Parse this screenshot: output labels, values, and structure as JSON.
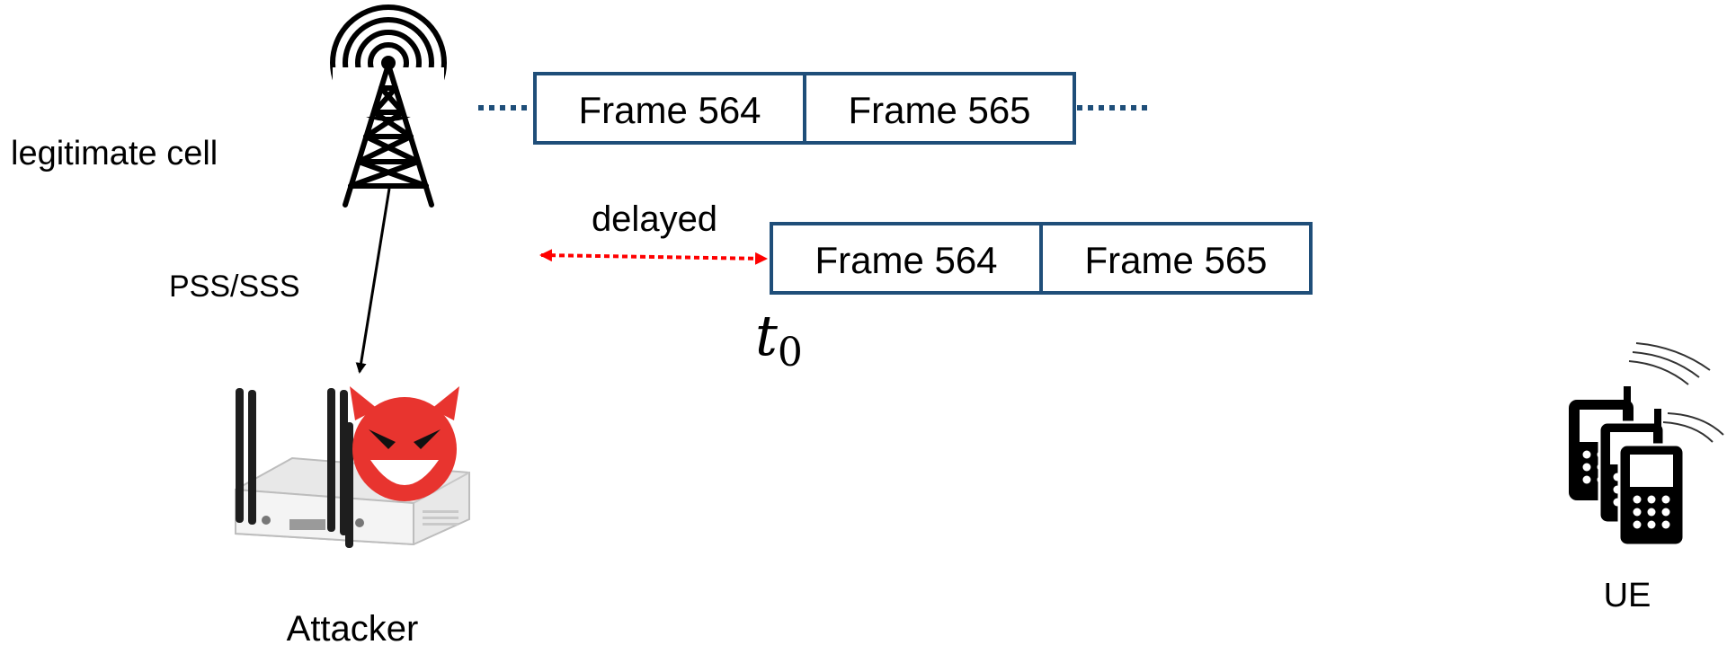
{
  "labels": {
    "legitimate_cell": "legitimate cell",
    "pss_sss": "PSS/SSS",
    "delayed": "delayed",
    "t0_base": "t",
    "t0_sub": "0",
    "attacker": "Attacker",
    "ue": "UE"
  },
  "top_frames": [
    "Frame 564",
    "Frame 565"
  ],
  "delayed_frames": [
    "Frame 564",
    "Frame 565"
  ],
  "colors": {
    "frame_border": "#1f4e79",
    "delay_arrow": "#ff0000",
    "devil": "#e8342f",
    "text": "#000000"
  }
}
